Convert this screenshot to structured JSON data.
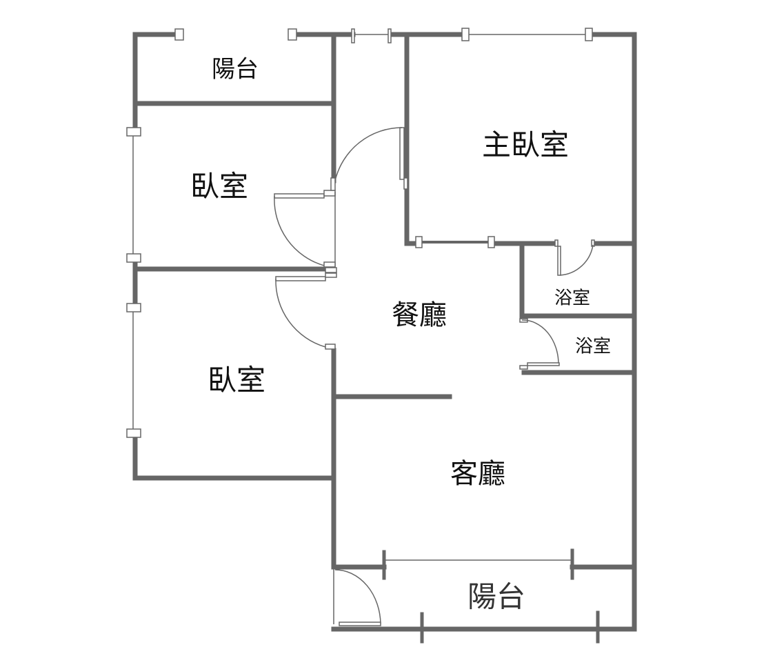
{
  "rooms": {
    "balcony_top": "陽台",
    "bedroom_1": "臥室",
    "master_bedroom": "主臥室",
    "dining_room": "餐廳",
    "bathroom_1": "浴室",
    "bathroom_2": "浴室",
    "bedroom_2": "臥室",
    "living_room": "客廳",
    "balcony_bottom": "陽台"
  },
  "colors": {
    "wall": "#666666",
    "text": "#111111"
  }
}
